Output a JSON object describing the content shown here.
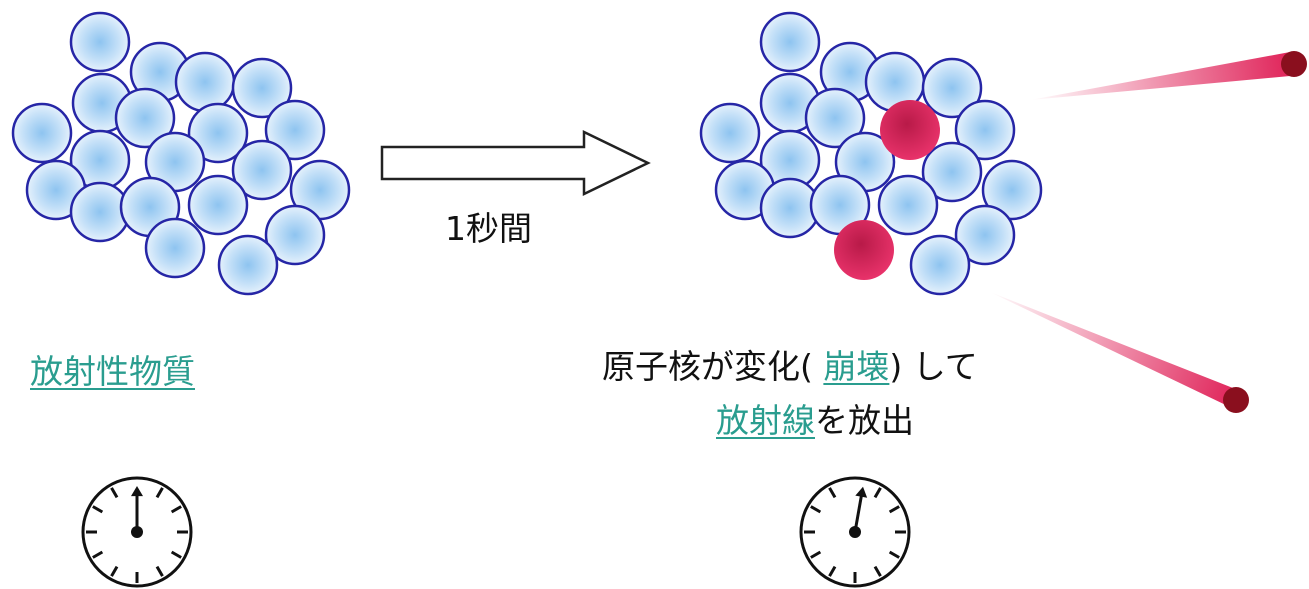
{
  "left": {
    "label": "放射性物質"
  },
  "arrow": {
    "label": "1秒間"
  },
  "right": {
    "caption_line1_prefix": "原子核が変化( ",
    "caption_line1_link": "崩壊",
    "caption_line1_suffix": ") して",
    "caption_line2_link": "放射線",
    "caption_line2_suffix": "を放出"
  },
  "colors": {
    "link": "#2a9d8f",
    "atom_outline": "#2626a6",
    "atom_fill": "#bcdcf6",
    "decayed_atom": "#d6245a",
    "ray": "#e0245a",
    "ray_tip": "#8a0f1e"
  },
  "icons": {
    "clock_before": "clock-icon",
    "clock_after": "clock-icon",
    "arrow": "right-arrow-icon"
  }
}
